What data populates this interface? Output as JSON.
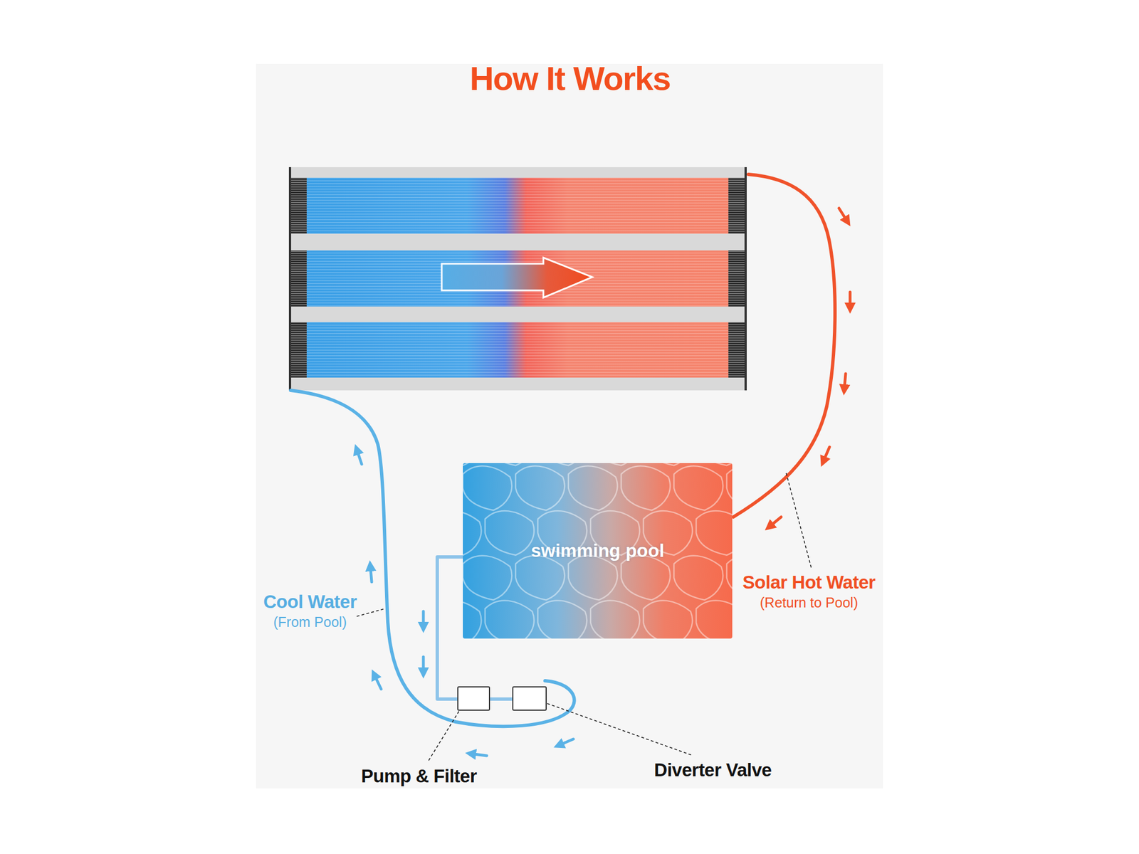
{
  "diagram": {
    "title": "How It Works",
    "nodes": [
      {
        "text": [
          "swimming pool"
        ]
      }
    ],
    "labels": [
      "Cool Water",
      "(From Pool)",
      "Solar Hot Water",
      "(Return to Pool)",
      "Pump & Filter",
      "Diverter Valve"
    ]
  }
}
